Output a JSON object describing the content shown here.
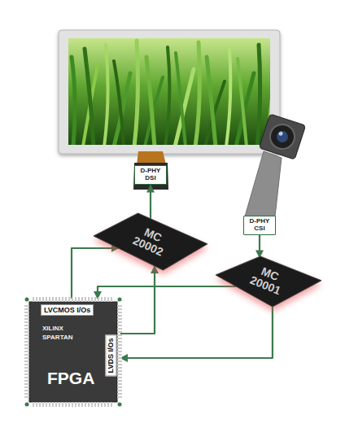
{
  "diagram": {
    "nodes": [
      {
        "text": [
          "D-PHY DSI"
        ]
      },
      {
        "text": [
          "D-PHY CSI"
        ]
      },
      {
        "text": [
          "MC 20002"
        ]
      },
      {
        "text": [
          "MC 20001"
        ]
      },
      {
        "text": [
          "LVCMOS I/Os",
          "XILINX",
          "SPARTAN",
          "LVDS I/Os",
          "FPGA"
        ]
      }
    ],
    "edges": [
      {
        "from": 2,
        "to": 0,
        "arrow": "to"
      },
      {
        "from": 1,
        "to": 3,
        "arrow": "to"
      },
      {
        "from": 4,
        "to": 2,
        "arrow": "to"
      },
      {
        "from": 4,
        "to": 2,
        "arrow": "to"
      },
      {
        "from": 3,
        "to": 4,
        "arrow": "to"
      },
      {
        "from": 3,
        "to": 4,
        "arrow": "to"
      }
    ]
  }
}
